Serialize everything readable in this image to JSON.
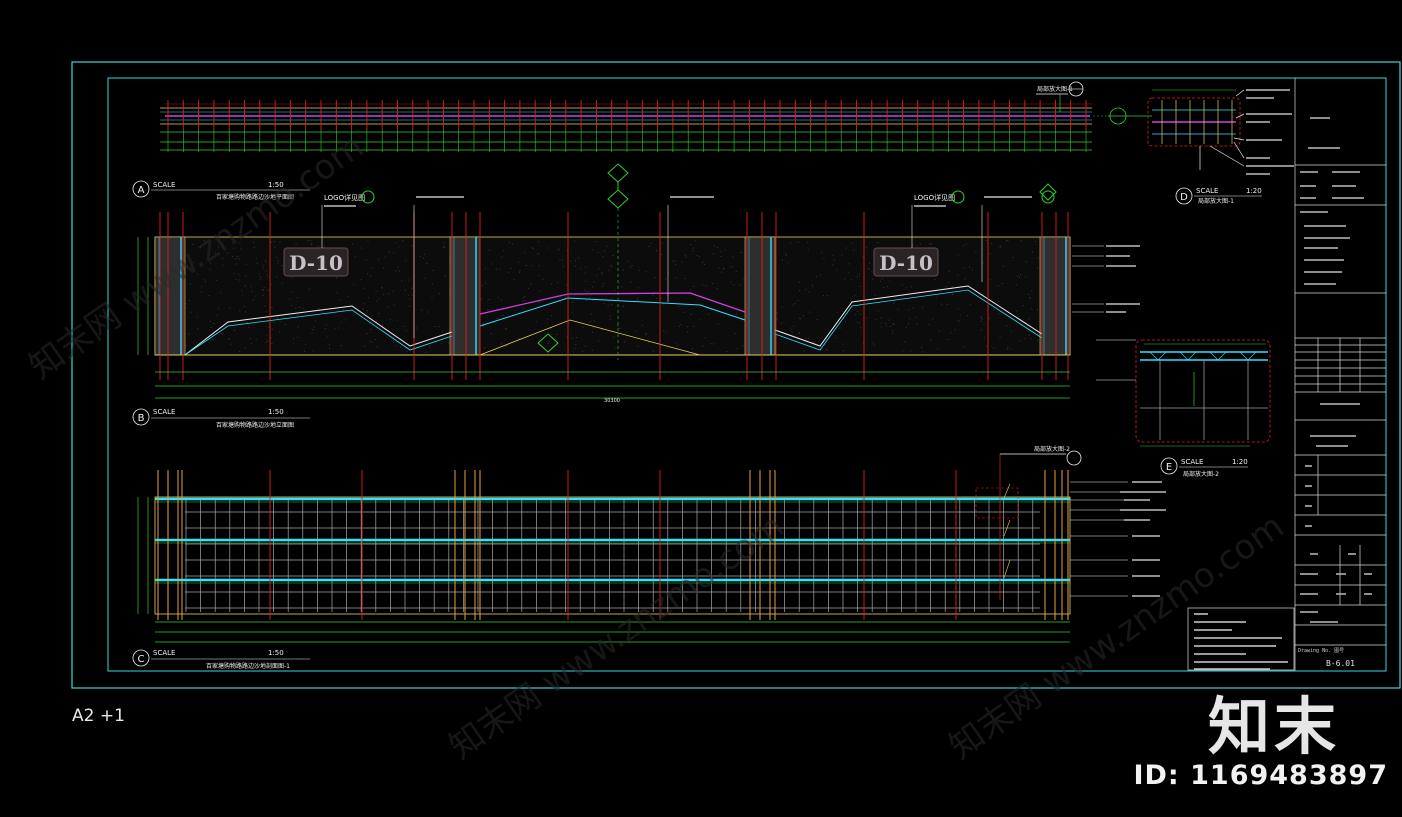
{
  "sheet": {
    "size_label": "A2 +1",
    "drawing_no": "B-6.01",
    "drawing_no_label": "Drawing No. 图号"
  },
  "views": {
    "A": {
      "letter": "A",
      "scale_word": "SCALE",
      "scale": "1:50",
      "title": "百家塘购物路路边沙地平面图"
    },
    "B": {
      "letter": "B",
      "scale_word": "SCALE",
      "scale": "1:50",
      "title": "百家塘购物路路边沙地立面图"
    },
    "C": {
      "letter": "C",
      "scale_word": "SCALE",
      "scale": "1:50",
      "title": "百家塘购物路路边沙地剖面图-1"
    },
    "D": {
      "letter": "D",
      "scale_word": "SCALE",
      "scale": "1:20",
      "title": "局部放大图-1"
    },
    "E": {
      "letter": "E",
      "scale_word": "SCALE",
      "scale": "1:20",
      "title": "局部放大图-2"
    }
  },
  "callouts": {
    "logo_label": "LOGO详见图",
    "logo_sign": "D-10",
    "detail_1": "局部放大图-1",
    "detail_2": "局部放大图-2",
    "total_dim": "30300"
  },
  "watermark": {
    "logo": "知末",
    "id": "ID: 1169483897"
  },
  "colors": {
    "background": "#000000",
    "frame": "#3ad6d6",
    "red": "#e02020",
    "yellow": "#e8d060",
    "cyan": "#30e0ff",
    "green": "#30d030",
    "magenta": "#d040e0",
    "white": "#f0f0f0"
  }
}
